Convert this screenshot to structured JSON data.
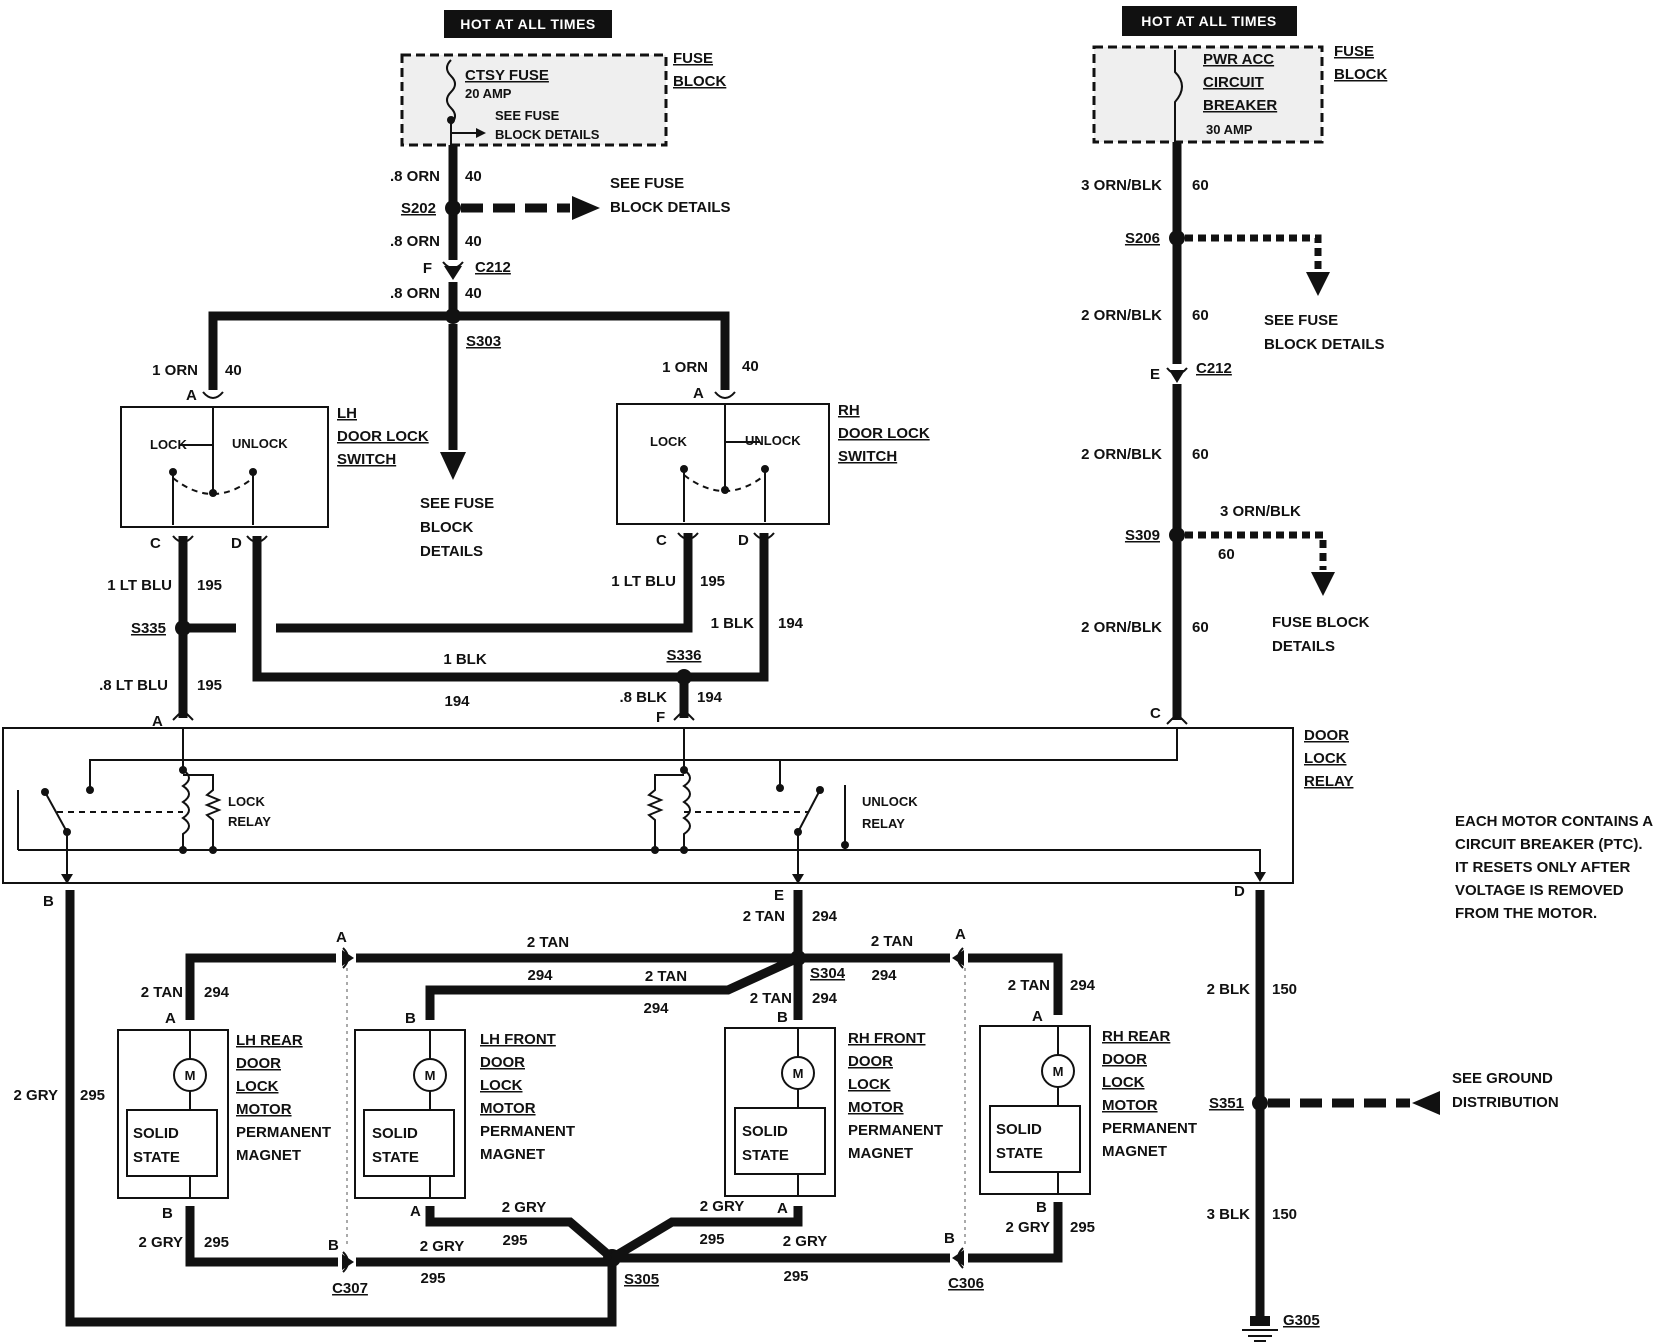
{
  "hot_label_left": "HOT AT ALL TIMES",
  "hot_label_right": "HOT AT ALL TIMES",
  "fuse_left": {
    "line1": "CTSY FUSE",
    "line2": "20 AMP",
    "line3": "SEE FUSE",
    "line4": "BLOCK DETAILS",
    "title1": "FUSE",
    "title2": "BLOCK"
  },
  "fuse_right": {
    "line1": "PWR ACC",
    "line2": "CIRCUIT",
    "line3": "BREAKER",
    "line4": "30 AMP",
    "title1": "FUSE",
    "title2": "BLOCK"
  },
  "left_feed": {
    "w1_gauge": ".8 ORN",
    "w1_circ": "40",
    "s202": "S202",
    "see1": "SEE FUSE",
    "see2": "BLOCK DETAILS",
    "w2_gauge": ".8 ORN",
    "w2_circ": "40",
    "pin_f": "F",
    "c212": "C212",
    "w3_gauge": ".8 ORN",
    "w3_circ": "40",
    "s303": "S303",
    "see3": "SEE FUSE",
    "see4": "BLOCK",
    "see5": "DETAILS"
  },
  "lh_switch": {
    "feed_gauge": "1 ORN",
    "feed_circ": "40",
    "pin_a": "A",
    "lock": "LOCK",
    "unlock": "UNLOCK",
    "t1": "LH",
    "t2": "DOOR LOCK",
    "t3": "SWITCH",
    "pin_c": "C",
    "pin_d": "D"
  },
  "rh_switch": {
    "feed_gauge": "1 ORN",
    "feed_circ": "40",
    "pin_a": "A",
    "lock": "LOCK",
    "unlock": "UNLOCK",
    "t1": "RH",
    "t2": "DOOR LOCK",
    "t3": "SWITCH",
    "pin_c": "C",
    "pin_d": "D"
  },
  "mid_wires": {
    "lh_blu_gauge": "1 LT BLU",
    "lh_blu_circ": "195",
    "rh_blu_gauge": "1 LT BLU",
    "rh_blu_circ": "195",
    "rh_blk_gauge": "1 BLK",
    "rh_blk_circ": "194",
    "s335": "S335",
    "s336": "S336",
    "blk_gauge": "1 BLK",
    "blk_circ": "194",
    "relay_a_gauge": ".8 LT BLU",
    "relay_a_circ": "195",
    "pin_a": "A",
    "relay_f_gauge": ".8 BLK",
    "relay_f_circ": "194",
    "pin_f": "F"
  },
  "right_feed": {
    "w1_gauge": "3 ORN/BLK",
    "w1_circ": "60",
    "s206": "S206",
    "see1": "SEE FUSE",
    "see2": "BLOCK DETAILS",
    "w2_gauge": "2 ORN/BLK",
    "w2_circ": "60",
    "pin_e": "E",
    "c212": "C212",
    "w3_gauge": "2 ORN/BLK",
    "w3_circ": "60",
    "s309": "S309",
    "branch_gauge": "3 ORN/BLK",
    "branch_circ": "60",
    "see3": "FUSE BLOCK",
    "see4": "DETAILS",
    "w4_gauge": "2 ORN/BLK",
    "w4_circ": "60",
    "pin_c": "C"
  },
  "relay": {
    "t1": "DOOR",
    "t2": "LOCK",
    "t3": "RELAY",
    "lock1": "LOCK",
    "lock2": "RELAY",
    "unlock1": "UNLOCK",
    "unlock2": "RELAY",
    "pin_b": "B",
    "pin_e": "E",
    "pin_d": "D"
  },
  "note": {
    "l1": "EACH MOTOR CONTAINS A",
    "l2": "CIRCUIT BREAKER (PTC).",
    "l3": "IT RESETS ONLY AFTER",
    "l4": "VOLTAGE IS REMOVED",
    "l5": "FROM THE MOTOR."
  },
  "tan_wires": {
    "e_gauge": "2 TAN",
    "e_circ": "294",
    "s304": "S304",
    "top_gauge": "2 TAN",
    "top_circ": "294",
    "mid_gauge": "2 TAN",
    "mid_circ": "294",
    "right_gauge": "2 TAN",
    "right_circ": "294",
    "down_gauge": "2 TAN",
    "down_circ": "294",
    "pin_a_left": "A",
    "pin_a_right": "A"
  },
  "motors": {
    "lh_rear": {
      "gauge": "2 TAN",
      "circ": "294",
      "pin_a": "A",
      "pin_b": "B",
      "t1": "LH REAR",
      "t2": "DOOR",
      "t3": "LOCK",
      "t4": "MOTOR",
      "t5": "PERMANENT",
      "t6": "MAGNET",
      "m": "M",
      "s1": "SOLID",
      "s2": "STATE"
    },
    "lh_front": {
      "pin_b": "B",
      "pin_a": "A",
      "t1": "LH FRONT",
      "t2": "DOOR",
      "t3": "LOCK",
      "t4": "MOTOR",
      "t5": "PERMANENT",
      "t6": "MAGNET",
      "m": "M",
      "s1": "SOLID",
      "s2": "STATE"
    },
    "rh_front": {
      "pin_b": "B",
      "pin_a": "A",
      "t1": "RH FRONT",
      "t2": "DOOR",
      "t3": "LOCK",
      "t4": "MOTOR",
      "t5": "PERMANENT",
      "t6": "MAGNET",
      "m": "M",
      "s1": "SOLID",
      "s2": "STATE"
    },
    "rh_rear": {
      "gauge": "2 TAN",
      "circ": "294",
      "pin_a": "A",
      "pin_b": "B",
      "t1": "RH REAR",
      "t2": "DOOR",
      "t3": "LOCK",
      "t4": "MOTOR",
      "t5": "PERMANENT",
      "t6": "MAGNET",
      "m": "M",
      "s1": "SOLID",
      "s2": "STATE"
    }
  },
  "gry_wires": {
    "b_gauge": "2 GRY",
    "b_circ": "295",
    "pin_b": "B",
    "lhr_gauge": "2 GRY",
    "lhr_circ": "295",
    "lhf_gauge": "2 GRY",
    "lhf_circ": "295",
    "c307_gauge": "2 GRY",
    "c307_circ": "295",
    "c307": "C307",
    "pin_b_left": "B",
    "rhf_gauge": "2 GRY",
    "rhf_circ": "295",
    "c306_gauge": "2 GRY",
    "c306_circ": "295",
    "c306": "C306",
    "pin_b_right": "B",
    "rhr_gauge": "2 GRY",
    "rhr_circ": "295",
    "s305": "S305"
  },
  "ground": {
    "w1_gauge": "2 BLK",
    "w1_circ": "150",
    "s351": "S351",
    "see1": "SEE GROUND",
    "see2": "DISTRIBUTION",
    "w2_gauge": "3 BLK",
    "w2_circ": "150",
    "g305": "G305"
  }
}
